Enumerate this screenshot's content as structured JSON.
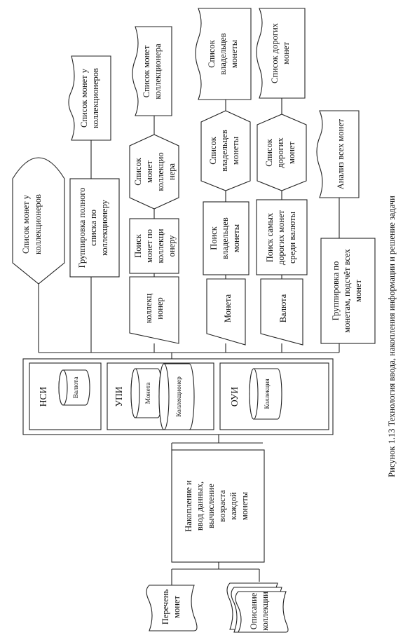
{
  "caption": "Рисунок 1.13 Технология ввода, накопления информации и решение задачи",
  "outputs": {
    "list_collectors_left": [
      "Список монет у",
      "коллекционеров"
    ],
    "list_collectors_doc": [
      "Список монет у",
      "коллекционеров"
    ],
    "list_collector_doc": [
      "Список монет",
      "коллекционера"
    ],
    "list_owners_doc": [
      "Список",
      "владельцев",
      "монеты"
    ],
    "list_expensive_doc": [
      "Список дорогих",
      "монет"
    ],
    "analysis_doc": [
      "Анализ всех монет"
    ]
  },
  "displays": {
    "collector": [
      "Список",
      "монет",
      "коллекцио",
      "нера"
    ],
    "owners": [
      "Список",
      "владельцев",
      "монеты"
    ],
    "expensive": [
      "Список",
      "дорогих",
      "монет"
    ]
  },
  "processes": {
    "grouping_full": [
      "Группировка полного",
      "списка по",
      "коллекционеру"
    ],
    "search_by_collector": [
      "Поиск",
      "монет по",
      "коллекци",
      "онеру"
    ],
    "search_owners": [
      "Поиск",
      "владельцев",
      "монеты"
    ],
    "search_expensive": [
      "Поиск самых",
      "дорогих монет",
      "среди валюты"
    ],
    "grouping_by_coins": [
      "Группировка по",
      "монетам, подсчёт всех",
      "монет"
    ],
    "accumulation": [
      "Накопление и",
      "ввод данных,",
      "вычисление",
      "возраста",
      "каждой",
      "монеты"
    ]
  },
  "inputs": {
    "collector": [
      "коллекц",
      "ионер"
    ],
    "coin": [
      "Монета"
    ],
    "currency": [
      "Валюта"
    ]
  },
  "database": {
    "nsi": {
      "title": "НСИ",
      "files": [
        "Валюта"
      ]
    },
    "upi": {
      "title": "УПИ",
      "files": [
        "Монета",
        "Коллекционер"
      ]
    },
    "oui": {
      "title": "ОУИ",
      "files": [
        "Коллекция"
      ]
    }
  },
  "documents": {
    "coin_list": [
      "Перечень",
      "монет"
    ],
    "collection_description": [
      "Описание",
      "коллекции"
    ]
  }
}
